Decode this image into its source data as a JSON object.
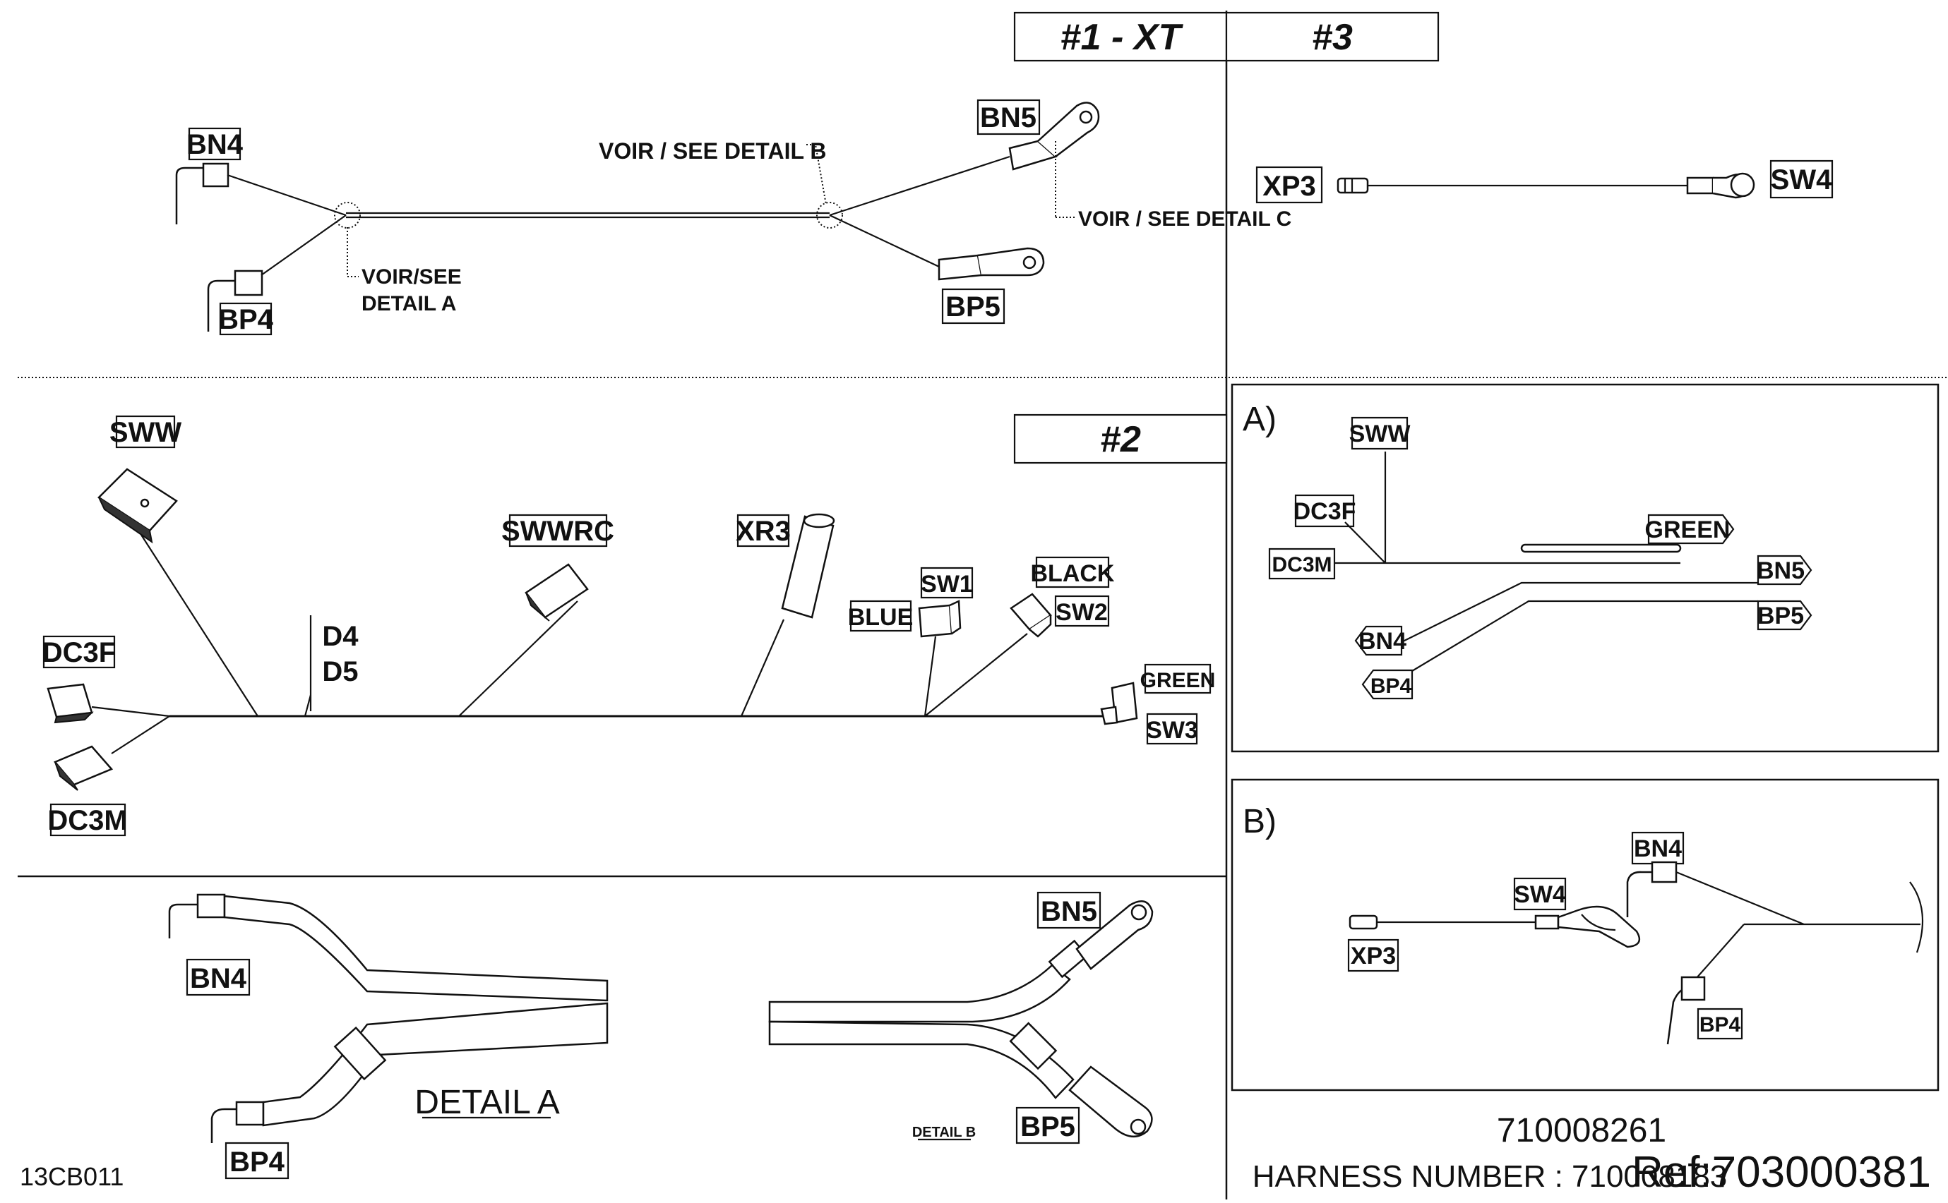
{
  "sections": {
    "s1_title": "#1 - XT",
    "s3_title": "#3",
    "s2_title": "#2",
    "detailA_box": "A)",
    "detailB_box": "B)"
  },
  "s1": {
    "bn4": "BN4",
    "bp4": "BP4",
    "bn5": "BN5",
    "bp5": "BP5",
    "see_b": "VOIR / SEE DETAIL B",
    "see_c": "VOIR / SEE DETAIL C",
    "see_a_line1": "VOIR/SEE",
    "see_a_line2": "DETAIL A"
  },
  "s3": {
    "xp3": "XP3",
    "sw4": "SW4"
  },
  "s2": {
    "sww": "SWW",
    "swwrc": "SWWRC",
    "xr3": "XR3",
    "sw1": "SW1",
    "black": "BLACK",
    "blue": "BLUE",
    "sw2": "SW2",
    "dc3f": "DC3F",
    "d4": "D4",
    "d5": "D5",
    "green": "GREEN",
    "sw3": "SW3",
    "dc3m": "DC3M"
  },
  "detail_a_panel": {
    "sww": "SWW",
    "dc3f": "DC3F",
    "dc3m": "DC3M",
    "green": "GREEN",
    "bn5": "BN5",
    "bp5": "BP5",
    "bn4": "BN4",
    "bp4": "BP4"
  },
  "detail_b_panel": {
    "bn4": "BN4",
    "sw4": "SW4",
    "xp3": "XP3",
    "bp4": "BP4"
  },
  "bottom": {
    "bn4": "BN4",
    "bp4": "BP4",
    "detail_a": "DETAIL A",
    "detail_b": "DETAIL B",
    "bn5": "BN5",
    "bp5": "BP5",
    "drawing_code": "13CB011"
  },
  "footer": {
    "part_number": "710008261",
    "harness_label": "HARNESS NUMBER : 710008183",
    "ref": "Ref:703000381"
  }
}
